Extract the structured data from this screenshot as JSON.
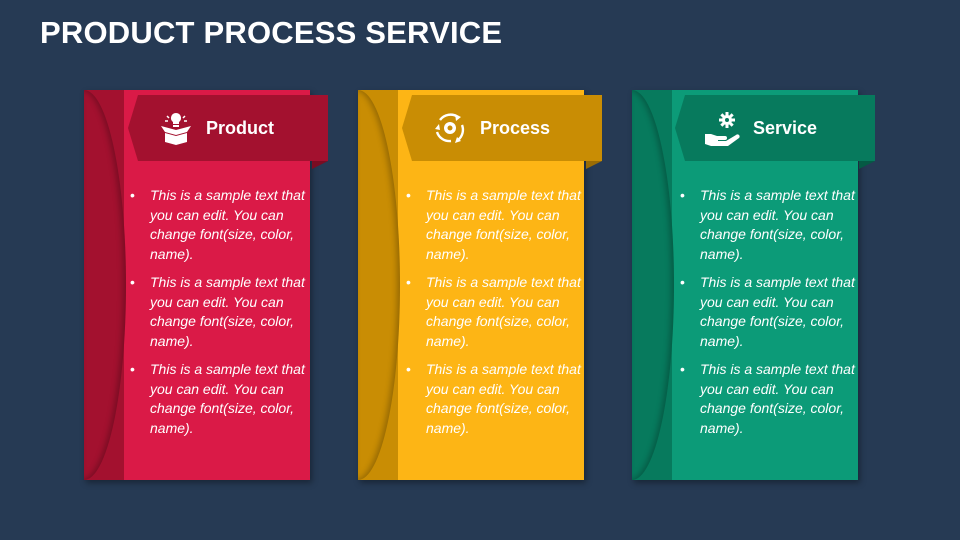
{
  "title": "PRODUCT PROCESS SERVICE",
  "colors": {
    "background": "#263a54",
    "product_main": "#da1a47",
    "product_dark": "#a3112f",
    "process_main": "#fdb515",
    "process_dark": "#c98d04",
    "service_main": "#0c9b78",
    "service_dark": "#077a5d"
  },
  "cards": [
    {
      "label": "Product",
      "icon": "open-box-lightbulb-icon",
      "bullets": [
        "This is a sample text that you can edit. You can change font(size, color, name).",
        "This is a sample text that you can edit. You can change font(size, color, name).",
        "This is a sample text that you can edit. You can change font(size, color, name)."
      ]
    },
    {
      "label": "Process",
      "icon": "gear-cycle-icon",
      "bullets": [
        "This is a sample text that you can edit. You can change font(size, color, name).",
        "This is a sample text that you can edit. You can change font(size, color, name).",
        "This is a sample text that you can edit. You can change font(size, color, name)."
      ]
    },
    {
      "label": "Service",
      "icon": "hand-gear-icon",
      "bullets": [
        "This is a sample text that you can edit. You can change font(size, color, name).",
        "This is a sample text that you can edit. You can change font(size, color, name).",
        "This is a sample text that you can edit. You can change font(size, color, name)."
      ]
    }
  ]
}
